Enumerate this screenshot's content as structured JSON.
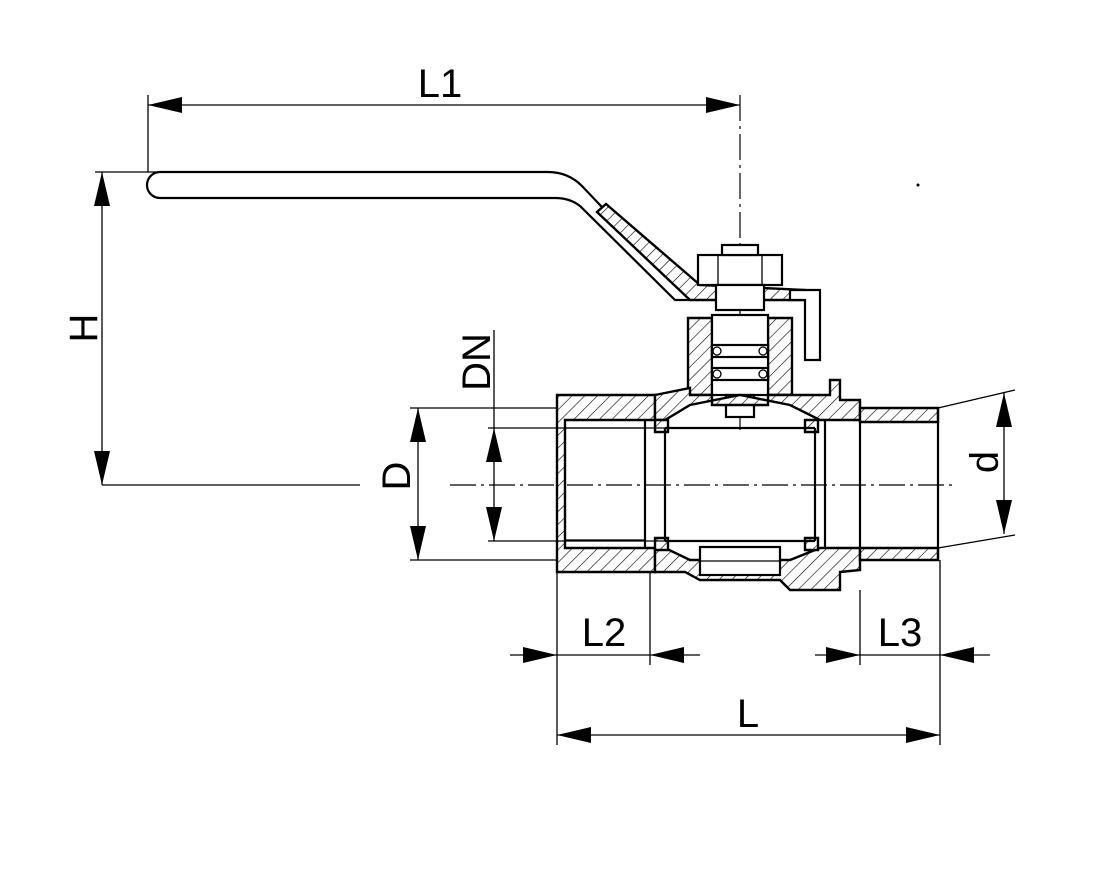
{
  "drawing": {
    "labels": {
      "L1": "L1",
      "H": "H",
      "DN": "DN",
      "D": "D",
      "d": "d",
      "L2": "L2",
      "L3": "L3",
      "L": "L"
    }
  }
}
